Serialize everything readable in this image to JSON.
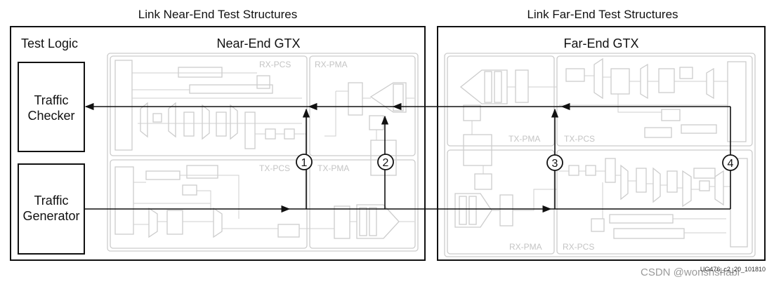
{
  "headings": {
    "near_end": "Link Near-End Test Structures",
    "far_end": "Link Far-End Test Structures"
  },
  "near_end": {
    "test_logic": "Test Logic",
    "gtx_title": "Near-End GTX",
    "traffic_checker": [
      "Traffic",
      "Checker"
    ],
    "traffic_generator": [
      "Traffic",
      "Generator"
    ],
    "rx_pcs": "RX-PCS",
    "rx_pma": "RX-PMA",
    "tx_pcs": "TX-PCS",
    "tx_pma": "TX-PMA"
  },
  "far_end": {
    "gtx_title": "Far-End GTX",
    "tx_pma": "TX-PMA",
    "tx_pcs": "TX-PCS",
    "rx_pma": "RX-PMA",
    "rx_pcs": "RX-PCS"
  },
  "loopback_points": [
    "1",
    "2",
    "3",
    "4"
  ],
  "figure_id": "UG476_c2_20_101810",
  "watermark": "CSDN @wonshshabi"
}
